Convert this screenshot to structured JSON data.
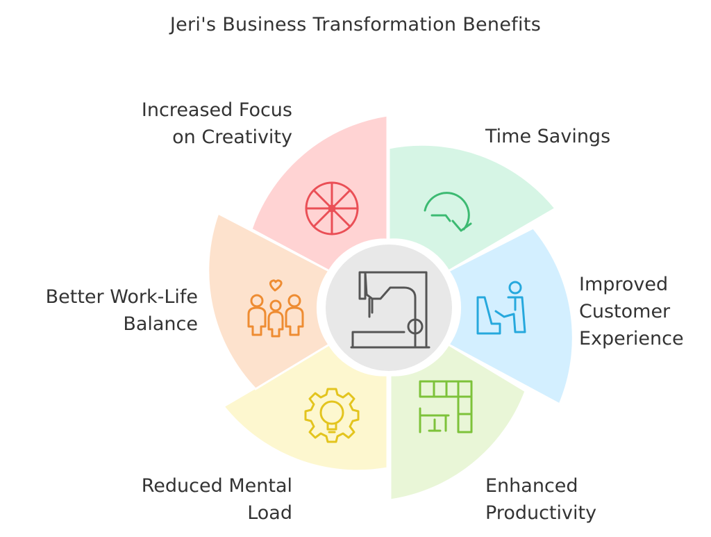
{
  "title": "Jeri's Business Transformation Benefits",
  "segments": [
    {
      "id": "time-savings",
      "lines": [
        "Time Savings"
      ],
      "fill": "#d6f5e5",
      "icon_color": "#3cba72",
      "icon": "clock-rewind-icon"
    },
    {
      "id": "customer-experience",
      "lines": [
        "Improved",
        "Customer",
        "Experience"
      ],
      "fill": "#d3efff",
      "icon_color": "#26a8dd",
      "icon": "customer-service-desk-icon"
    },
    {
      "id": "productivity",
      "lines": [
        "Enhanced",
        "Productivity"
      ],
      "fill": "#e9f6d7",
      "icon_color": "#7dc23a",
      "icon": "workspace-desk-icon"
    },
    {
      "id": "mental-load",
      "lines": [
        "Reduced Mental",
        "Load"
      ],
      "fill": "#fdf7cf",
      "icon_color": "#e3c41e",
      "icon": "lightbulb-gear-icon"
    },
    {
      "id": "work-life",
      "lines": [
        "Better Work-Life",
        "Balance"
      ],
      "fill": "#fde2cd",
      "icon_color": "#ee8c32",
      "icon": "family-heart-icon"
    },
    {
      "id": "creativity",
      "lines": [
        "Increased Focus",
        "on Creativity"
      ],
      "fill": "#ffd3d3",
      "icon_color": "#ea4f56",
      "icon": "color-wheel-icon"
    }
  ],
  "center": {
    "icon": "sewing-machine-icon",
    "fill": "#e8e8e8",
    "icon_color": "#555555"
  }
}
